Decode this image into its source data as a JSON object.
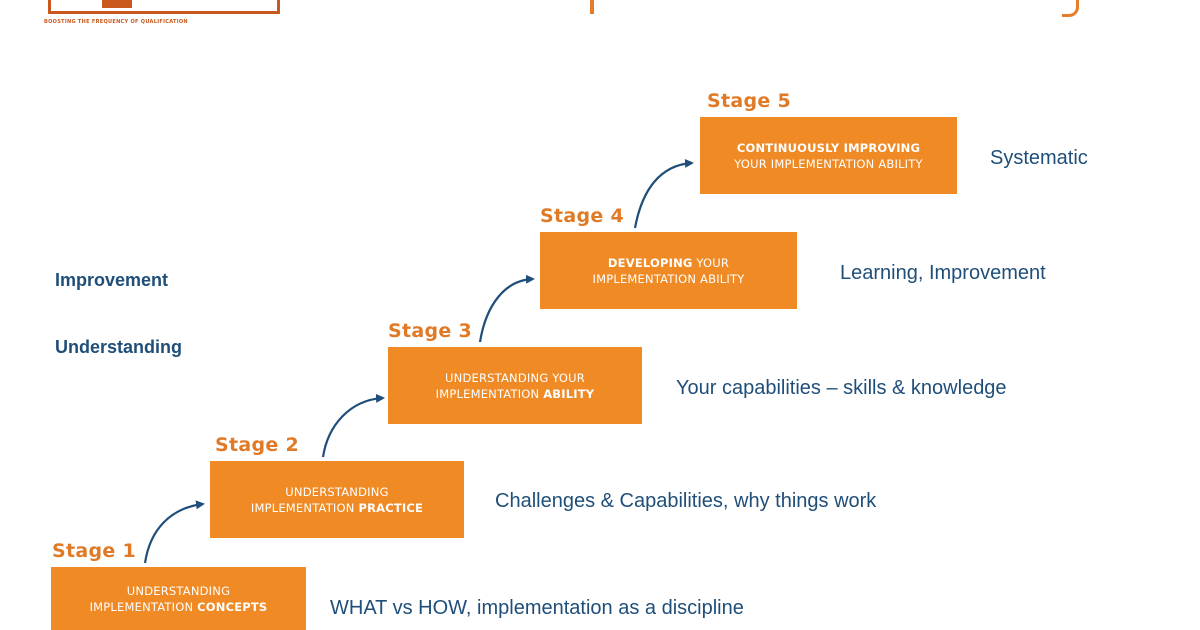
{
  "logo": {
    "tagline": "BOOSTING THE FREQUENCY OF QUALIFICATION"
  },
  "side_labels": [
    "Improvement",
    "Understanding"
  ],
  "stages": [
    {
      "label": "Stage 1",
      "box_line1": "UNDERSTANDING",
      "box_line2_prefix": "IMPLEMENTATION ",
      "box_line2_bold": "CONCEPTS",
      "description": "WHAT vs HOW, implementation as a discipline"
    },
    {
      "label": "Stage 2",
      "box_line1": "UNDERSTANDING",
      "box_line2_prefix": "IMPLEMENTATION ",
      "box_line2_bold": "PRACTICE",
      "description": "Challenges & Capabilities, why things work"
    },
    {
      "label": "Stage 3",
      "box_line1": "UNDERSTANDING YOUR",
      "box_line2_prefix": "IMPLEMENTATION ",
      "box_line2_bold": "ABILITY",
      "description": "Your capabilities – skills & knowledge"
    },
    {
      "label": "Stage 4",
      "box_line1_bold": "DEVELOPING",
      "box_line1_rest": " YOUR",
      "box_line2": "IMPLEMENTATION ABILITY",
      "description": "Learning, Improvement"
    },
    {
      "label": "Stage 5",
      "box_line1_bold": "CONTINUOUSLY IMPROVING",
      "box_line2": "YOUR IMPLEMENTATION ABILITY",
      "description": "Systematic"
    }
  ],
  "colors": {
    "box_fill": "#f08a24",
    "stage_label": "#e07a26",
    "description_text": "#1f4e79",
    "arrow": "#1f4e79",
    "logo": "#c9581c"
  },
  "icons": [
    "curved-arrow-icon"
  ]
}
